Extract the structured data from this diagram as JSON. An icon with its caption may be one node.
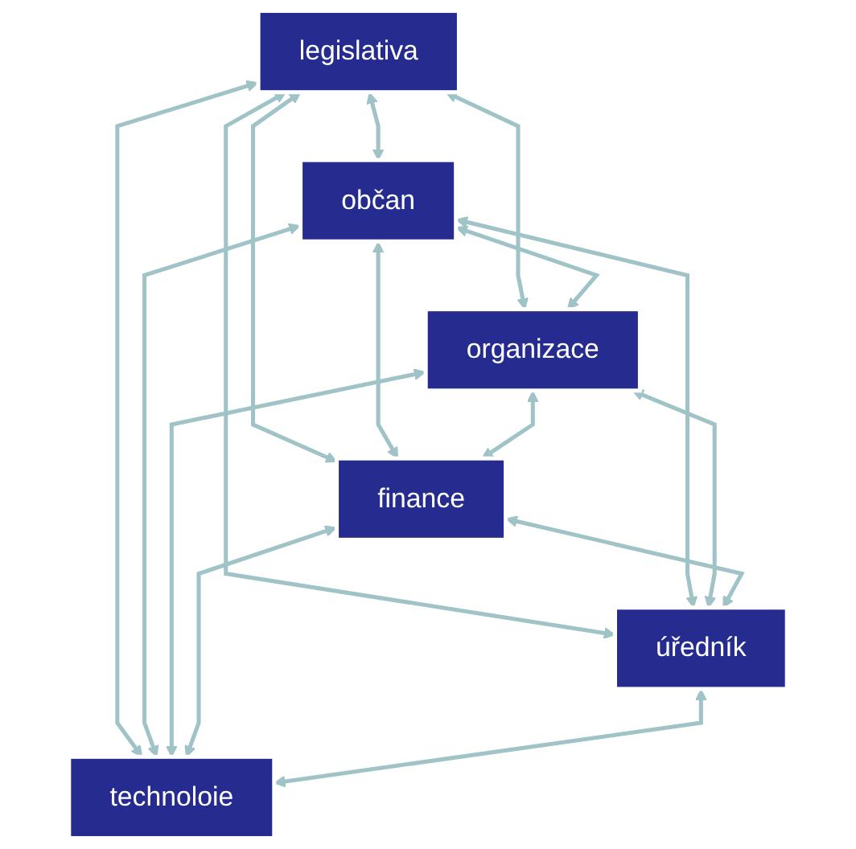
{
  "diagram": {
    "nodes": [
      {
        "text": [
          "legislativa"
        ]
      },
      {
        "text": [
          "občan"
        ]
      },
      {
        "text": [
          "organizace"
        ]
      },
      {
        "text": [
          "finance"
        ]
      },
      {
        "text": [
          "úředník"
        ]
      },
      {
        "text": [
          "technoloie"
        ]
      }
    ],
    "edges": [
      {
        "from": 0,
        "to": 1,
        "arrow": "both"
      },
      {
        "from": 0,
        "to": 2,
        "arrow": "both"
      },
      {
        "from": 0,
        "to": 3,
        "arrow": "both"
      },
      {
        "from": 0,
        "to": 4,
        "arrow": "both"
      },
      {
        "from": 0,
        "to": 5,
        "arrow": "both"
      },
      {
        "from": 1,
        "to": 2,
        "arrow": "both"
      },
      {
        "from": 1,
        "to": 3,
        "arrow": "both"
      },
      {
        "from": 1,
        "to": 4,
        "arrow": "both"
      },
      {
        "from": 1,
        "to": 5,
        "arrow": "both"
      },
      {
        "from": 2,
        "to": 3,
        "arrow": "both"
      },
      {
        "from": 2,
        "to": 4,
        "arrow": "both"
      },
      {
        "from": 2,
        "to": 5,
        "arrow": "both"
      },
      {
        "from": 3,
        "to": 4,
        "arrow": "both"
      },
      {
        "from": 3,
        "to": 5,
        "arrow": "both"
      },
      {
        "from": 4,
        "to": 5,
        "arrow": "both"
      }
    ]
  }
}
